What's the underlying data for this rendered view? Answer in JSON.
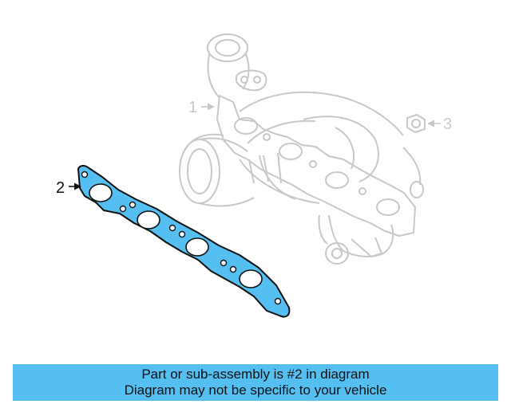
{
  "diagram": {
    "callouts": {
      "turbocharger": "1",
      "gasket": "2",
      "nut": "3"
    },
    "colors": {
      "highlight_fill": "#54bff0",
      "faded_outline": "#c8c8c8",
      "outline": "#111111"
    }
  },
  "banner": {
    "line1": "Part or sub-assembly is #2 in diagram",
    "line2": "Diagram may not be specific to your vehicle",
    "background": "#54bff0"
  }
}
